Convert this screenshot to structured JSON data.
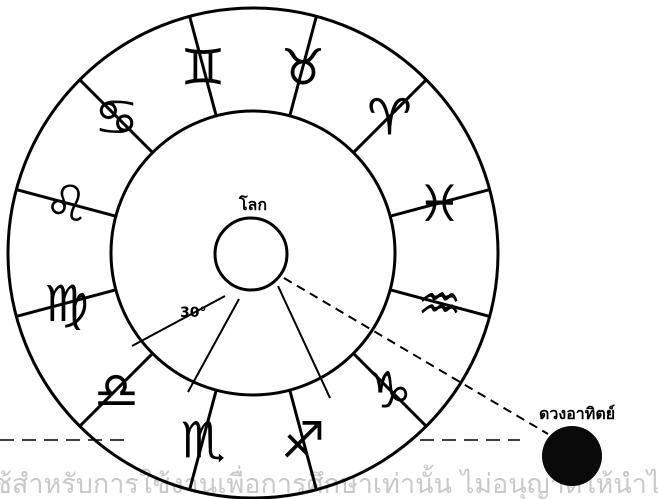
{
  "labels": {
    "earth": "โลก",
    "angle": "30°",
    "sun": "ดวงอาทิตย์",
    "watermark": "ใช้สำหรับการใช้งานเพื่อการศึกษาเท่านั้น ไม่อนุญาตให้นำไป"
  },
  "zodiac": [
    {
      "name": "gemini",
      "symbol": "♊"
    },
    {
      "name": "taurus",
      "symbol": "♉"
    },
    {
      "name": "aries",
      "symbol": "♈"
    },
    {
      "name": "pisces",
      "symbol": "♓"
    },
    {
      "name": "aquarius",
      "symbol": "♒"
    },
    {
      "name": "capricorn",
      "symbol": "♑"
    },
    {
      "name": "sagittarius",
      "symbol": "♐"
    },
    {
      "name": "scorpio",
      "symbol": "♏"
    },
    {
      "name": "libra",
      "symbol": "♎"
    },
    {
      "name": "virgo",
      "symbol": "♍"
    },
    {
      "name": "leo",
      "symbol": "♌"
    },
    {
      "name": "cancer",
      "symbol": "♋"
    }
  ],
  "colors": {
    "ink": "#000000",
    "watermark": "#c9c9c9",
    "background": "#ffffff"
  }
}
